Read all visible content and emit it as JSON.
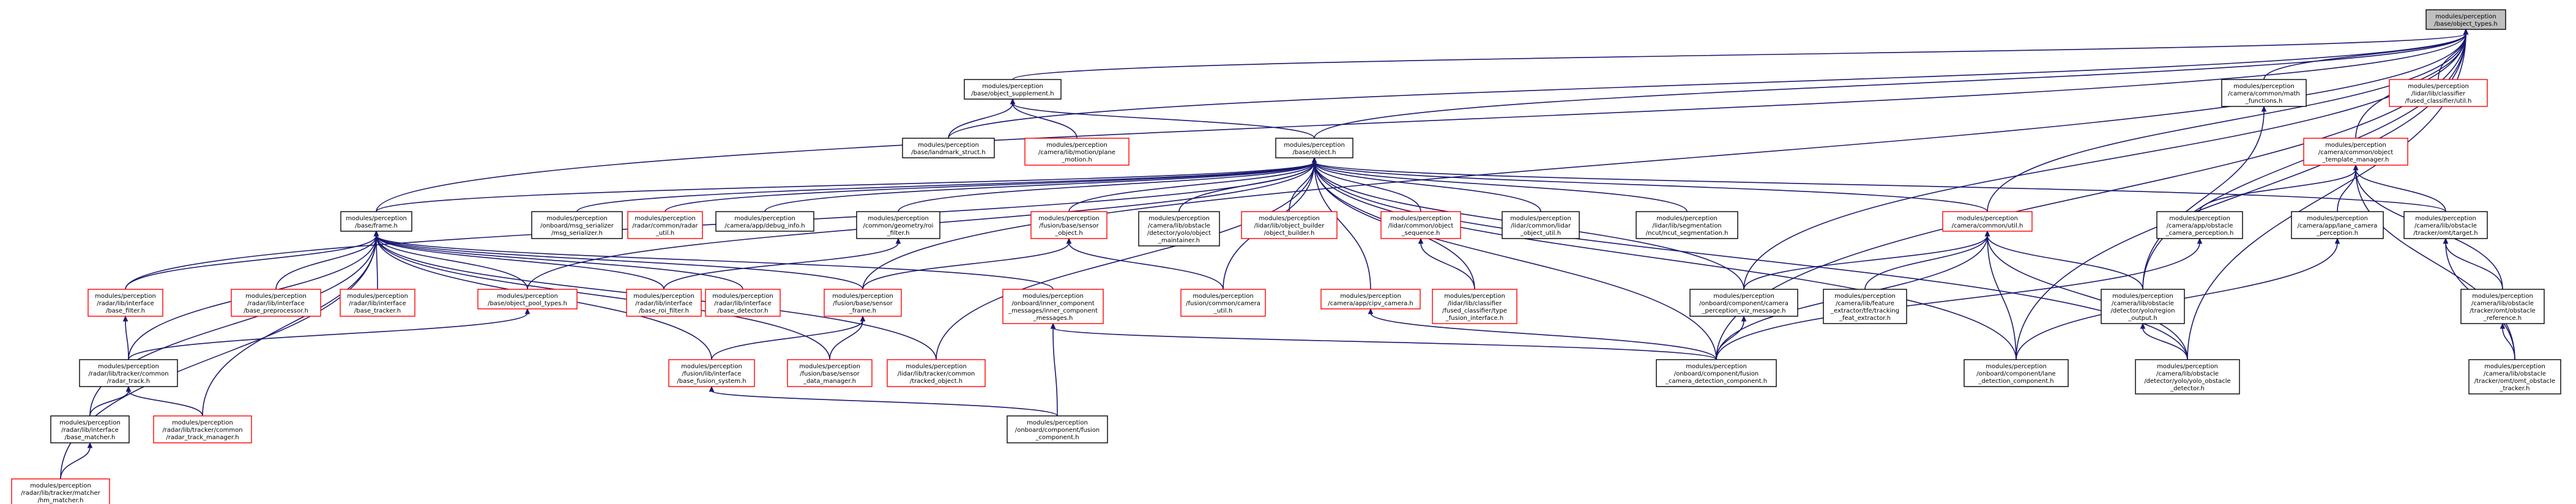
{
  "graph": {
    "colors": {
      "edge": "#191970",
      "node_border": "#000000",
      "node_border_missing": "#ff0000",
      "root_fill": "#bfbfbf",
      "background": "#ffffff"
    },
    "nodes": [
      {
        "id": "root",
        "lines": [
          "modules/perception",
          "/base/object_types.h"
        ],
        "style": "root"
      },
      {
        "id": "object_supplement",
        "lines": [
          "modules/perception",
          "/base/object_supplement.h"
        ],
        "style": "normal"
      },
      {
        "id": "camera_math",
        "lines": [
          "modules/perception",
          "/camera/common/math",
          "_functions.h"
        ],
        "style": "normal"
      },
      {
        "id": "fused_classifier_util",
        "lines": [
          "modules/perception",
          "/lidar/lib/classifier",
          "/fused_classifier/util.h"
        ],
        "style": "missing"
      },
      {
        "id": "landmark_struct",
        "lines": [
          "modules/perception",
          "/base/landmark_struct.h"
        ],
        "style": "normal"
      },
      {
        "id": "plane_motion",
        "lines": [
          "modules/perception",
          "/camera/lib/motion/plane",
          "_motion.h"
        ],
        "style": "missing"
      },
      {
        "id": "object",
        "lines": [
          "modules/perception",
          "/base/object.h"
        ],
        "style": "normal"
      },
      {
        "id": "object_template_manager",
        "lines": [
          "modules/perception",
          "/camera/common/object",
          "_template_manager.h"
        ],
        "style": "missing"
      },
      {
        "id": "frame",
        "lines": [
          "modules/perception",
          "/base/frame.h"
        ],
        "style": "normal"
      },
      {
        "id": "msg_serializer",
        "lines": [
          "modules/perception",
          "/onboard/msg_serializer",
          "/msg_serializer.h"
        ],
        "style": "normal"
      },
      {
        "id": "radar_util",
        "lines": [
          "modules/perception",
          "/radar/common/radar",
          "_util.h"
        ],
        "style": "missing"
      },
      {
        "id": "debug_info",
        "lines": [
          "modules/perception",
          "/camera/app/debug_info.h"
        ],
        "style": "normal"
      },
      {
        "id": "roi_filter",
        "lines": [
          "modules/perception",
          "/common/geometry/roi",
          "_filter.h"
        ],
        "style": "normal"
      },
      {
        "id": "sensor_object",
        "lines": [
          "modules/perception",
          "/fusion/base/sensor",
          "_object.h"
        ],
        "style": "missing"
      },
      {
        "id": "yolo_obstacle_maintainer",
        "lines": [
          "modules/perception",
          "/camera/lib/obstacle",
          "/detector/yolo/object",
          "_maintainer.h"
        ],
        "style": "normal"
      },
      {
        "id": "lidar_object_builder",
        "lines": [
          "modules/perception",
          "/lidar/lib/object_builder",
          "/object_builder.h"
        ],
        "style": "missing"
      },
      {
        "id": "lidar_object_sequence",
        "lines": [
          "modules/perception",
          "/lidar/common/object",
          "_sequence.h"
        ],
        "style": "missing"
      },
      {
        "id": "lidar_object_util",
        "lines": [
          "modules/perception",
          "/lidar/common/lidar",
          "_object_util.h"
        ],
        "style": "normal"
      },
      {
        "id": "ncut_segmentation",
        "lines": [
          "modules/perception",
          "/lidar/lib/segmentation",
          "/ncut/ncut_segmentation.h"
        ],
        "style": "normal"
      },
      {
        "id": "camera_common_util",
        "lines": [
          "modules/perception",
          "/camera/common/util.h"
        ],
        "style": "missing"
      },
      {
        "id": "obstacle_camera_perception",
        "lines": [
          "modules/perception",
          "/camera/app/obstacle",
          "_camera_perception.h"
        ],
        "style": "normal"
      },
      {
        "id": "lane_camera_perception",
        "lines": [
          "modules/perception",
          "/camera/app/lane_camera",
          "_perception.h"
        ],
        "style": "normal"
      },
      {
        "id": "omt_target",
        "lines": [
          "modules/perception",
          "/camera/lib/obstacle",
          "/tracker/omt/target.h"
        ],
        "style": "normal"
      },
      {
        "id": "base_filter",
        "lines": [
          "modules/perception",
          "/radar/lib/interface",
          "/base_filter.h"
        ],
        "style": "missing"
      },
      {
        "id": "base_preprocessor",
        "lines": [
          "modules/perception",
          "/radar/lib/interface",
          "/base_preprocessor.h"
        ],
        "style": "missing"
      },
      {
        "id": "base_tracker",
        "lines": [
          "modules/perception",
          "/radar/lib/interface",
          "/base_tracker.h"
        ],
        "style": "missing"
      },
      {
        "id": "object_pool_types",
        "lines": [
          "modules/perception",
          "/base/object_pool_types.h"
        ],
        "style": "missing"
      },
      {
        "id": "base_roi_filter",
        "lines": [
          "modules/perception",
          "/radar/lib/interface",
          "/base_roi_filter.h"
        ],
        "style": "missing"
      },
      {
        "id": "base_detector",
        "lines": [
          "modules/perception",
          "/radar/lib/interface",
          "/base_detector.h"
        ],
        "style": "missing"
      },
      {
        "id": "sensor_frame",
        "lines": [
          "modules/perception",
          "/fusion/base/sensor",
          "_frame.h"
        ],
        "style": "missing"
      },
      {
        "id": "inner_component_messages",
        "lines": [
          "modules/perception",
          "/onboard/inner_component",
          "_messages/inner_component",
          "_messages.h"
        ],
        "style": "missing"
      },
      {
        "id": "fusion_camera_util",
        "lines": [
          "modules/perception",
          "/fusion/common/camera",
          "_util.h"
        ],
        "style": "missing"
      },
      {
        "id": "cipv_camera",
        "lines": [
          "modules/perception",
          "/camera/app/cipv_camera.h"
        ],
        "style": "missing"
      },
      {
        "id": "fused_classifier_type_fusion",
        "lines": [
          "modules/perception",
          "/lidar/lib/classifier",
          "/fused_classifier/type",
          "_fusion_interface.h"
        ],
        "style": "missing"
      },
      {
        "id": "perception_viz_message",
        "lines": [
          "modules/perception",
          "/onboard/component/camera",
          "_perception_viz_message.h"
        ],
        "style": "normal"
      },
      {
        "id": "tl_feature_extractor",
        "lines": [
          "modules/perception",
          "/camera/lib/feature",
          "_extractor/tfe/tracking",
          "_feat_extractor.h"
        ],
        "style": "normal"
      },
      {
        "id": "yolo_region_output",
        "lines": [
          "modules/perception",
          "/camera/lib/obstacle",
          "/detector/yolo/region",
          "_output.h"
        ],
        "style": "normal"
      },
      {
        "id": "omt_obstacle_reference",
        "lines": [
          "modules/perception",
          "/camera/lib/obstacle",
          "/tracker/omt/obstacle",
          "_reference.h"
        ],
        "style": "normal"
      },
      {
        "id": "radar_track",
        "lines": [
          "modules/perception",
          "/radar/lib/tracker/common",
          "/radar_track.h"
        ],
        "style": "normal"
      },
      {
        "id": "base_fusion_system",
        "lines": [
          "modules/perception",
          "/fusion/lib/interface",
          "/base_fusion_system.h"
        ],
        "style": "missing"
      },
      {
        "id": "sensor_data_manager",
        "lines": [
          "modules/perception",
          "/fusion/base/sensor",
          "_data_manager.h"
        ],
        "style": "missing"
      },
      {
        "id": "tracked_object",
        "lines": [
          "modules/perception",
          "/lidar/lib/tracker/common",
          "/tracked_object.h"
        ],
        "style": "missing"
      },
      {
        "id": "fusion_camera_detection_component",
        "lines": [
          "modules/perception",
          "/onboard/component/fusion",
          "_camera_detection_component.h"
        ],
        "style": "normal"
      },
      {
        "id": "lane_detection_component",
        "lines": [
          "modules/perception",
          "/onboard/component/lane",
          "_detection_component.h"
        ],
        "style": "normal"
      },
      {
        "id": "yolo_obstacle_detector",
        "lines": [
          "modules/perception",
          "/camera/lib/obstacle",
          "/detector/yolo/yolo_obstacle",
          "_detector.h"
        ],
        "style": "normal"
      },
      {
        "id": "omt_obstacle_tracker",
        "lines": [
          "modules/perception",
          "/camera/lib/obstacle",
          "/tracker/omt/omt_obstacle",
          "_tracker.h"
        ],
        "style": "normal"
      },
      {
        "id": "base_matcher",
        "lines": [
          "modules/perception",
          "/radar/lib/interface",
          "/base_matcher.h"
        ],
        "style": "normal"
      },
      {
        "id": "radar_track_manager",
        "lines": [
          "modules/perception",
          "/radar/lib/tracker/common",
          "/radar_track_manager.h"
        ],
        "style": "missing"
      },
      {
        "id": "fusion_component",
        "lines": [
          "modules/perception",
          "/onboard/component/fusion",
          "_component.h"
        ],
        "style": "normal"
      },
      {
        "id": "hm_matcher",
        "lines": [
          "modules/perception",
          "/radar/lib/tracker/matcher",
          "/hm_matcher.h"
        ],
        "style": "missing"
      }
    ],
    "edges": [
      [
        "object_supplement",
        "root"
      ],
      [
        "camera_math",
        "root"
      ],
      [
        "fused_classifier_util",
        "root"
      ],
      [
        "landmark_struct",
        "root"
      ],
      [
        "object",
        "root"
      ],
      [
        "object_template_manager",
        "root"
      ],
      [
        "frame",
        "root"
      ],
      [
        "camera_common_util",
        "root"
      ],
      [
        "sensor_frame",
        "root"
      ],
      [
        "yolo_region_output",
        "root"
      ],
      [
        "fusion_camera_detection_component",
        "root"
      ],
      [
        "lane_detection_component",
        "root"
      ],
      [
        "yolo_obstacle_detector",
        "root"
      ],
      [
        "perception_viz_message",
        "root"
      ],
      [
        "landmark_struct",
        "object_supplement"
      ],
      [
        "plane_motion",
        "object_supplement"
      ],
      [
        "object",
        "object_supplement"
      ],
      [
        "yolo_region_output",
        "camera_math"
      ],
      [
        "obstacle_camera_perception",
        "object_template_manager"
      ],
      [
        "lane_camera_perception",
        "object_template_manager"
      ],
      [
        "omt_target",
        "object_template_manager"
      ],
      [
        "omt_obstacle_reference",
        "object_template_manager"
      ],
      [
        "omt_obstacle_tracker",
        "object_template_manager"
      ],
      [
        "frame",
        "object"
      ],
      [
        "msg_serializer",
        "object"
      ],
      [
        "radar_util",
        "object"
      ],
      [
        "debug_info",
        "object"
      ],
      [
        "roi_filter",
        "object"
      ],
      [
        "sensor_object",
        "object"
      ],
      [
        "yolo_obstacle_maintainer",
        "object"
      ],
      [
        "lidar_object_builder",
        "object"
      ],
      [
        "lidar_object_sequence",
        "object"
      ],
      [
        "lidar_object_util",
        "object"
      ],
      [
        "ncut_segmentation",
        "object"
      ],
      [
        "camera_common_util",
        "object"
      ],
      [
        "omt_target",
        "object"
      ],
      [
        "fusion_camera_util",
        "object"
      ],
      [
        "cipv_camera",
        "object"
      ],
      [
        "fused_classifier_type_fusion",
        "object"
      ],
      [
        "tracked_object",
        "object"
      ],
      [
        "base_filter",
        "object"
      ],
      [
        "object_pool_types",
        "object"
      ],
      [
        "perception_viz_message",
        "object"
      ],
      [
        "lane_detection_component",
        "object"
      ],
      [
        "yolo_obstacle_detector",
        "object"
      ],
      [
        "fusion_camera_detection_component",
        "object"
      ],
      [
        "base_filter",
        "frame"
      ],
      [
        "base_preprocessor",
        "frame"
      ],
      [
        "base_tracker",
        "frame"
      ],
      [
        "object_pool_types",
        "frame"
      ],
      [
        "base_roi_filter",
        "frame"
      ],
      [
        "base_detector",
        "frame"
      ],
      [
        "sensor_frame",
        "frame"
      ],
      [
        "inner_component_messages",
        "frame"
      ],
      [
        "radar_track",
        "frame"
      ],
      [
        "base_fusion_system",
        "frame"
      ],
      [
        "tracked_object",
        "frame"
      ],
      [
        "base_matcher",
        "frame"
      ],
      [
        "radar_track_manager",
        "frame"
      ],
      [
        "hm_matcher",
        "frame"
      ],
      [
        "sensor_data_manager",
        "frame"
      ],
      [
        "base_roi_filter",
        "roi_filter"
      ],
      [
        "sensor_frame",
        "sensor_object"
      ],
      [
        "fusion_camera_util",
        "sensor_object"
      ],
      [
        "fused_classifier_type_fusion",
        "lidar_object_sequence"
      ],
      [
        "perception_viz_message",
        "camera_common_util"
      ],
      [
        "tl_feature_extractor",
        "camera_common_util"
      ],
      [
        "yolo_region_output",
        "camera_common_util"
      ],
      [
        "lane_detection_component",
        "camera_common_util"
      ],
      [
        "yolo_obstacle_detector",
        "camera_common_util"
      ],
      [
        "fusion_camera_detection_component",
        "camera_common_util"
      ],
      [
        "fusion_camera_detection_component",
        "obstacle_camera_perception"
      ],
      [
        "lane_detection_component",
        "lane_camera_perception"
      ],
      [
        "omt_obstacle_reference",
        "omt_target"
      ],
      [
        "omt_obstacle_tracker",
        "omt_target"
      ],
      [
        "radar_track",
        "base_filter"
      ],
      [
        "radar_track",
        "object_pool_types"
      ],
      [
        "base_fusion_system",
        "sensor_frame"
      ],
      [
        "sensor_data_manager",
        "sensor_frame"
      ],
      [
        "fusion_component",
        "inner_component_messages"
      ],
      [
        "fusion_camera_detection_component",
        "inner_component_messages"
      ],
      [
        "fusion_camera_detection_component",
        "cipv_camera"
      ],
      [
        "fusion_camera_detection_component",
        "perception_viz_message"
      ],
      [
        "yolo_obstacle_detector",
        "yolo_region_output"
      ],
      [
        "omt_obstacle_tracker",
        "omt_obstacle_reference"
      ],
      [
        "base_matcher",
        "radar_track"
      ],
      [
        "radar_track_manager",
        "radar_track"
      ],
      [
        "fusion_component",
        "base_fusion_system"
      ],
      [
        "hm_matcher",
        "base_matcher"
      ]
    ]
  }
}
